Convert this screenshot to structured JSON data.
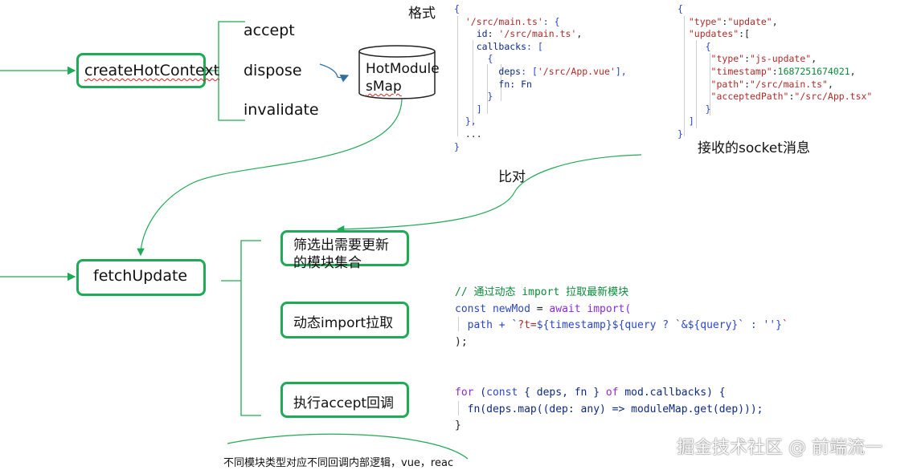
{
  "nodes": {
    "create_hot_context": "createHotContext",
    "api_accept": "accept",
    "api_dispose": "dispose",
    "api_invalidate": "invalidate",
    "hot_modules_map_line1": "HotModule",
    "hot_modules_map_line2": "sMap",
    "fetch_update": "fetchUpdate",
    "step_filter_line1": "筛选出需要更新",
    "step_filter_line2": "的模块集合",
    "step_dynamic_import": "动态import拉取",
    "step_execute_accept": "执行accept回调"
  },
  "labels": {
    "format": "格式",
    "socket_message": "接收的socket消息",
    "compare": "比对",
    "bottom_note": "不同模块类型对应不同回调内部逻辑，vue，reac",
    "watermark": "掘金技术社区 @ 前端流一"
  },
  "code_map": {
    "l1": "{",
    "l2_key": "'/src/main.ts'",
    "l2_rest": ": {",
    "l3_key": "id",
    "l3_val": "'/src/main.ts'",
    "l3_end": ",",
    "l4_key": "callbacks",
    "l4_rest": ": [",
    "l5": "{",
    "l6_key": "deps",
    "l6_open": ": [",
    "l6_val": "'/src/App.vue'",
    "l6_close": "],",
    "l7_key": "fn",
    "l7_val": ": Fn",
    "l8": "}",
    "l9": "]",
    "l10": "},",
    "l11": "...",
    "l12": "}"
  },
  "code_socket": {
    "l1": "{",
    "l2_key": "\"type\"",
    "l2_val": "\"update\"",
    "l3_key": "\"updates\"",
    "l3_rest": ":[",
    "l4": "{",
    "l5_key": "\"type\"",
    "l5_val": "\"js-update\"",
    "l6_key": "\"timestamp\"",
    "l6_val": "1687251674021",
    "l7_key": "\"path\"",
    "l7_val": "\"/src/main.ts\"",
    "l8_key": "\"acceptedPath\"",
    "l8_val": "\"/src/App.tsx\"",
    "l9": "}",
    "l10": "]",
    "l11": "}"
  },
  "code_import": {
    "comment": "// 通过动态 import 拉取最新模块",
    "l2_kw": "const",
    "l2_var": "newMod",
    "l2_eq": "=",
    "l2_await": "await",
    "l2_fn": "import(",
    "l3_a": "path + `",
    "l3_b": "?t=",
    "l3_c": "${timestamp}${query ? `&${query}` : ''}",
    "l3_d": "`",
    "l4": ");"
  },
  "code_loop": {
    "l1_for": "for",
    "l1_a": " (",
    "l1_const": "const",
    "l1_b": " { deps, fn } ",
    "l1_of": "of",
    "l1_c": " mod.callbacks) {",
    "l2": "fn(deps.map((dep: any) => moduleMap.get(dep)));",
    "l3": "}"
  },
  "colors": {
    "box_border": "#1faa55",
    "connector": "#1faa55",
    "arrow_blue": "#2f6fa8",
    "string_red": "#b02a2a",
    "keyword_blue": "#2a46c9"
  }
}
